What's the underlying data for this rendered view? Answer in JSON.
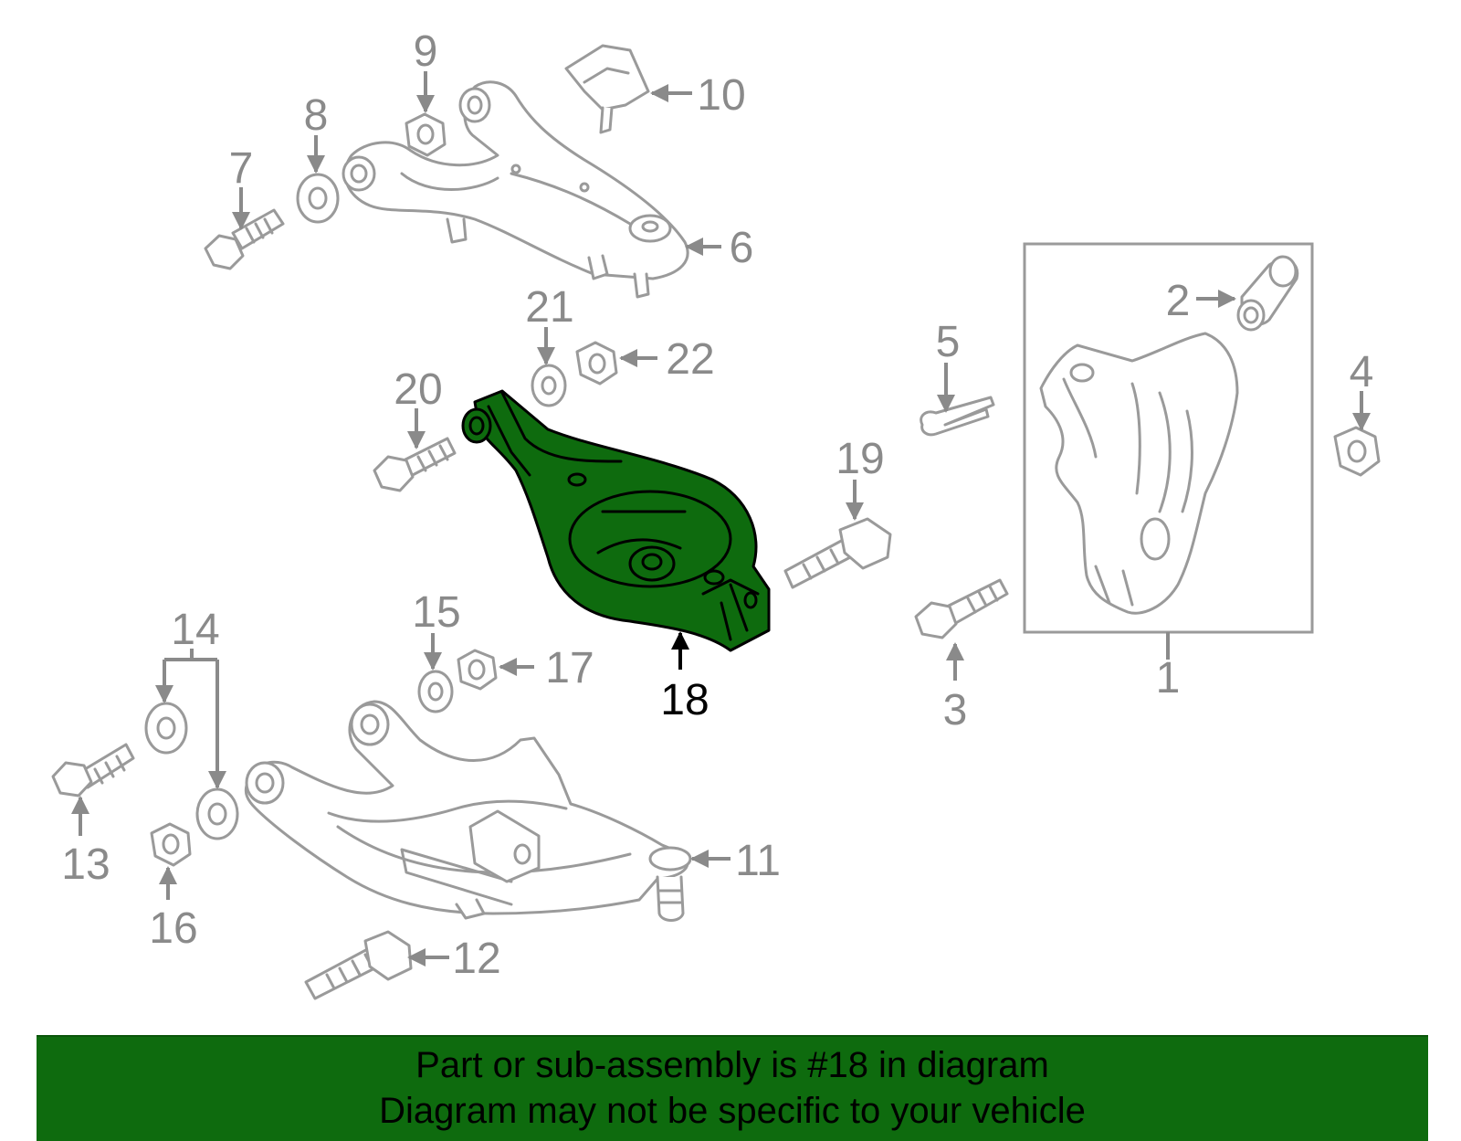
{
  "callouts": {
    "c1": "1",
    "c2": "2",
    "c3": "3",
    "c4": "4",
    "c5": "5",
    "c6": "6",
    "c7": "7",
    "c8": "8",
    "c9": "9",
    "c10": "10",
    "c11": "11",
    "c12": "12",
    "c13": "13",
    "c14": "14",
    "c15": "15",
    "c16": "16",
    "c17": "17",
    "c18": "18",
    "c19": "19",
    "c20": "20",
    "c21": "21",
    "c22": "22"
  },
  "banner": {
    "line1": "Part or sub-assembly is #18 in diagram",
    "line2": "Diagram may not be specific to your vehicle"
  },
  "colors": {
    "highlight": "#0e6b0e",
    "parts": "#9a9a9a",
    "banner": "#0e6b0e"
  }
}
